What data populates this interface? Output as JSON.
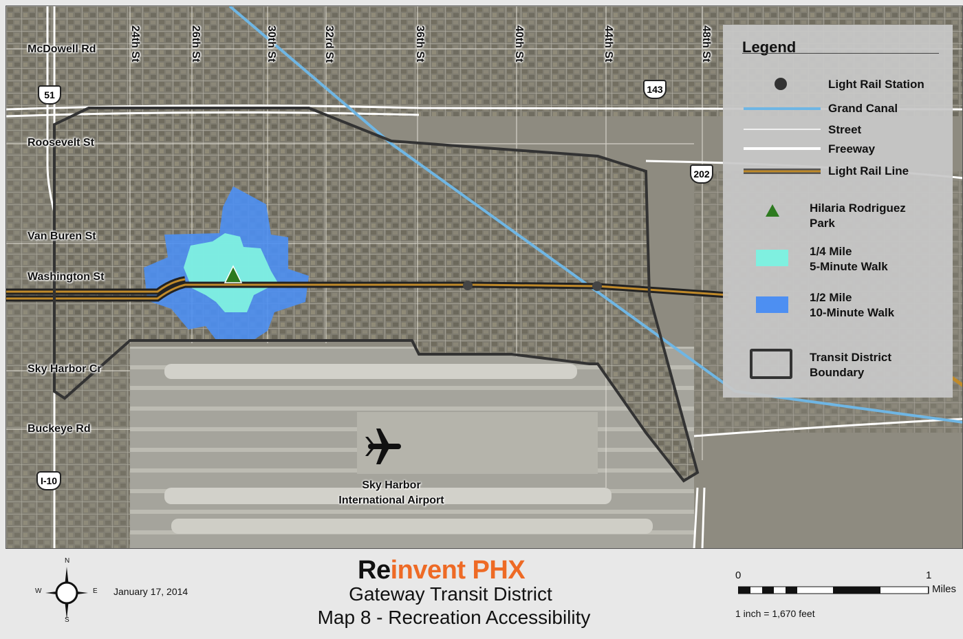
{
  "map": {
    "streets_h": [
      "McDowell Rd",
      "Roosevelt St",
      "Van Buren St",
      "Washington St",
      "Sky Harbor Cr",
      "Buckeye Rd"
    ],
    "streets_v": [
      "24th St",
      "26th St",
      "30th St",
      "32rd St",
      "36th St",
      "40th St",
      "44th St",
      "48th St"
    ],
    "shields": [
      "51",
      "143",
      "202",
      "I-10"
    ],
    "airport_label_1": "Sky Harbor",
    "airport_label_2": "International Airport"
  },
  "legend": {
    "title": "Legend",
    "items": [
      {
        "label": "Light Rail Station"
      },
      {
        "label": "Grand Canal"
      },
      {
        "label": "Street"
      },
      {
        "label": "Freeway"
      },
      {
        "label": "Light Rail Line"
      },
      {
        "label_1": "Hilaria Rodriguez",
        "label_2": "Park"
      },
      {
        "label_1": "1/4 Mile",
        "label_2": "5-Minute Walk"
      },
      {
        "label_1": "1/2 Mile",
        "label_2": "10-Minute Walk"
      },
      {
        "label_1": "Transit District",
        "label_2": "Boundary"
      }
    ],
    "colors": {
      "canal": "#6fb6e4",
      "quarter_mile": "#7ff0e0",
      "half_mile": "#4d8ff2",
      "park": "#2d7a1f",
      "rail": "#c08a2a",
      "boundary": "#333333"
    }
  },
  "footer": {
    "brand_re": "Re",
    "brand_invent": "invent",
    "brand_phx": "PHX",
    "subtitle_1": "Gateway Transit District",
    "subtitle_2": "Map 8 - Recreation Accessibility",
    "date": "January 17, 2014",
    "compass": {
      "n": "N",
      "s": "S",
      "e": "E",
      "w": "W"
    },
    "scale": {
      "start": "0",
      "end": "1",
      "unit": "Miles",
      "ratio": "1 inch = 1,670 feet"
    }
  }
}
